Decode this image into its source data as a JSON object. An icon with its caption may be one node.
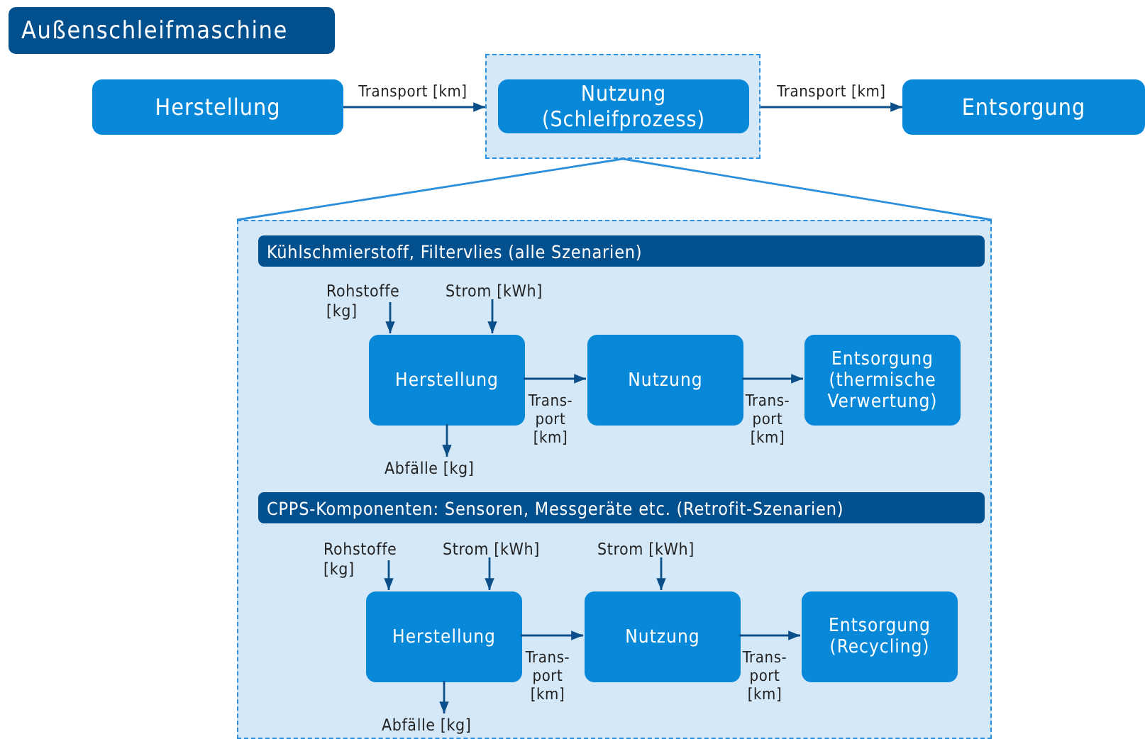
{
  "diagram": {
    "title": "Außenschleifmaschine",
    "nodes": [
      {
        "text": [
          "Herstellung"
        ]
      },
      {
        "text": [],
        "shape": "box"
      },
      {
        "text": [
          "Nutzung (Schleifprozess)"
        ],
        "in": 1
      },
      {
        "text": [
          "Entsorgung"
        ]
      },
      {
        "text": [],
        "shape": "box"
      },
      {
        "text": [
          "Kühlschmierstoff, Filtervlies (alle Szenarien)"
        ],
        "in": 4
      },
      {
        "text": [
          "Rohstoffe [kg]"
        ],
        "in": 4
      },
      {
        "text": [
          "Strom [kWh]"
        ],
        "in": 4
      },
      {
        "text": [
          "Herstellung"
        ],
        "in": 4
      },
      {
        "text": [
          "Nutzung"
        ],
        "in": 4
      },
      {
        "text": [
          "Entsorgung (thermische Verwertung)"
        ],
        "in": 4
      },
      {
        "text": [
          "Abfälle [kg]"
        ],
        "in": 4
      },
      {
        "text": [
          "CPPS-Komponenten: Sensoren, Messgeräte etc. (Retrofit-Szenarien)"
        ],
        "in": 4
      },
      {
        "text": [
          "Rohstoffe [kg]"
        ],
        "in": 4
      },
      {
        "text": [
          "Strom [kWh]"
        ],
        "in": 4
      },
      {
        "text": [
          "Strom [kWh]"
        ],
        "in": 4
      },
      {
        "text": [
          "Herstellung"
        ],
        "in": 4
      },
      {
        "text": [
          "Nutzung"
        ],
        "in": 4
      },
      {
        "text": [
          "Entsorgung (Recycling)"
        ],
        "in": 4
      },
      {
        "text": [
          "Abfälle [kg]"
        ],
        "in": 4
      }
    ],
    "edges": [
      {
        "from": 0,
        "to": 1,
        "arrow": "to",
        "label": "Transport [km]"
      },
      {
        "from": 1,
        "to": 3,
        "arrow": "to",
        "label": "Transport [km]"
      },
      {
        "from": 1,
        "to": 4,
        "arrow": "none"
      },
      {
        "from": 1,
        "to": 4,
        "arrow": "none"
      },
      {
        "from": 6,
        "to": 8,
        "arrow": "to"
      },
      {
        "from": 7,
        "to": 8,
        "arrow": "to"
      },
      {
        "from": 8,
        "to": 9,
        "arrow": "to",
        "label": "Trans- port [km]"
      },
      {
        "from": 9,
        "to": 10,
        "arrow": "to",
        "label": "Trans- port [km]"
      },
      {
        "from": 8,
        "to": 11,
        "arrow": "to"
      },
      {
        "from": 13,
        "to": 16,
        "arrow": "to"
      },
      {
        "from": 14,
        "to": 16,
        "arrow": "to"
      },
      {
        "from": 15,
        "to": 17,
        "arrow": "to"
      },
      {
        "from": 16,
        "to": 17,
        "arrow": "to",
        "label": "Trans- port [km]"
      },
      {
        "from": 17,
        "to": 18,
        "arrow": "to",
        "label": "Trans- port [km]"
      },
      {
        "from": 16,
        "to": 19,
        "arrow": "to"
      }
    ]
  }
}
